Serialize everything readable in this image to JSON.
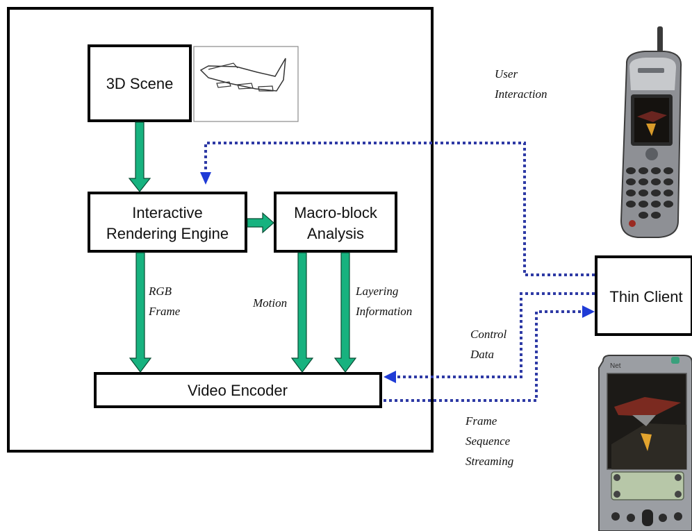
{
  "colors": {
    "arrow_fill": "#17b27f",
    "arrow_stroke": "#0a4b33",
    "dotted_line": "#2e3aa5",
    "arrowhead_blue": "#1f3bd6",
    "box_stroke": "#000000"
  },
  "boxes": {
    "scene": "3D Scene",
    "rendering_line1": "Interactive",
    "rendering_line2": "Rendering Engine",
    "macroblock_line1": "Macro-block",
    "macroblock_line2": "Analysis",
    "encoder": "Video Encoder",
    "thin_client": "Thin Client"
  },
  "labels": {
    "user_interaction_line1": "User",
    "user_interaction_line2": "Interaction",
    "rgb_line1": "RGB",
    "rgb_line2": "Frame",
    "motion": "Motion",
    "layering_line1": "Layering",
    "layering_line2": "Information",
    "control_line1": "Control",
    "control_line2": "Data",
    "frame_line1": "Frame",
    "frame_line2": "Sequence",
    "frame_line3": "Streaming"
  },
  "devices": {
    "phone_icon": "mobile-phone-icon",
    "pda_icon": "pda-device-icon",
    "pda_brand": "Net",
    "airplane_icon": "airplane-sketch-icon"
  }
}
